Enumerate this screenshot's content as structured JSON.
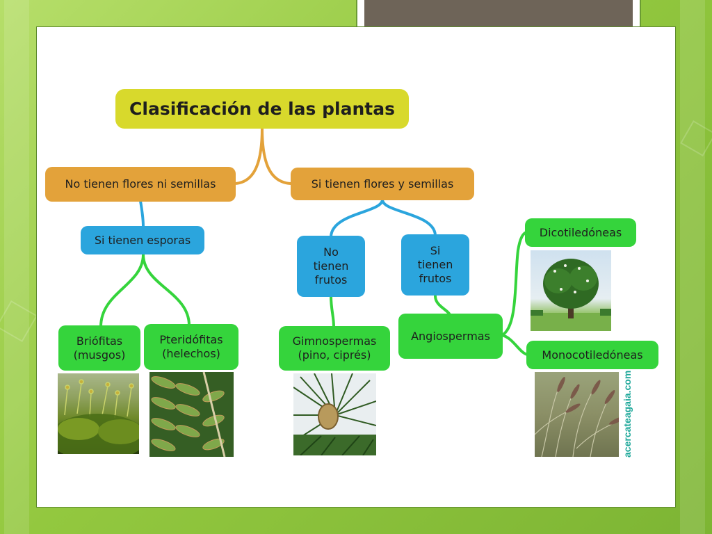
{
  "diagram": {
    "root": {
      "label": "Clasificación de las plantas"
    },
    "left_branch": {
      "label": "No tienen flores ni semillas",
      "sub": {
        "label": "Si tienen esporas"
      },
      "leaves": [
        {
          "label": "Briófitas\n(musgos)",
          "image": "moss-photo"
        },
        {
          "label": "Pteridófitas\n(helechos)",
          "image": "fern-photo"
        }
      ]
    },
    "right_branch": {
      "label": "Si tienen flores y semillas",
      "no_fruits": {
        "label": "No\ntienen\nfrutos",
        "leaf": {
          "label": "Gimnospermas\n(pino, ciprés)",
          "image": "pine-photo"
        }
      },
      "fruits": {
        "label": "Si\ntienen\nfrutos",
        "leaf": {
          "label": "Angiospermas"
        },
        "subleaves": [
          {
            "label": "Dicotiledóneas",
            "image": "tree-photo"
          },
          {
            "label": "Monocotiledóneas",
            "image": "grass-photo"
          }
        ]
      }
    }
  },
  "watermark": "acercateagaia.com",
  "colors": {
    "root": "#d8d92c",
    "orange": "#e3a23a",
    "blue": "#2ba5dd",
    "green": "#35d43c",
    "background": "#93c83f",
    "title_box": "#6e6458"
  }
}
